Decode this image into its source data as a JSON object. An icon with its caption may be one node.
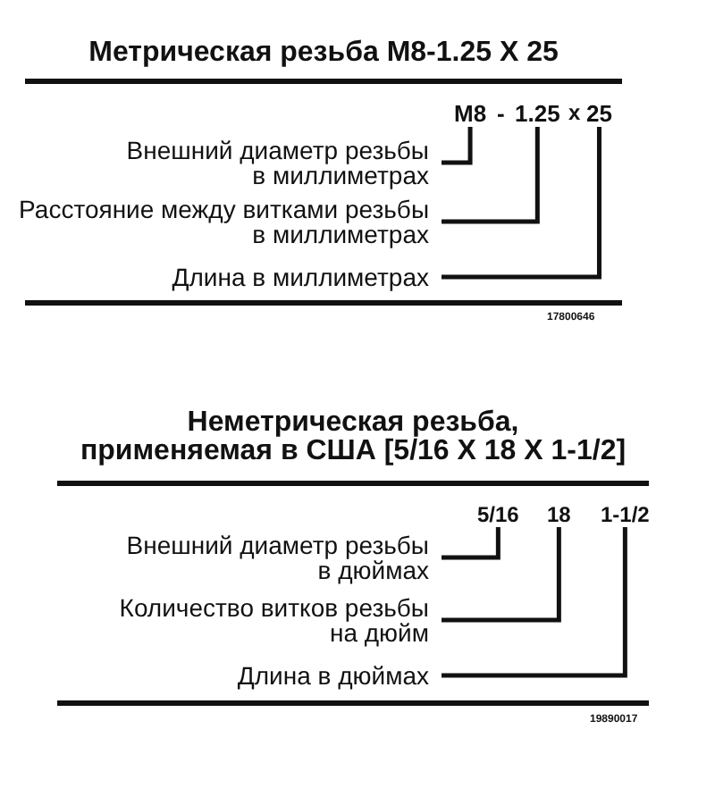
{
  "diagram": {
    "nodes": [
      {
        "text": [
          "M8"
        ]
      },
      {
        "text": [
          "1.25"
        ]
      },
      {
        "text": [
          "25"
        ]
      },
      {
        "text": [
          "Внешний диаметр резьбы в миллиметрах"
        ]
      },
      {
        "text": [
          "Расстояние между витками резьбы в миллиметрах"
        ]
      },
      {
        "text": [
          "Длина в миллиметрах"
        ]
      },
      {
        "text": [
          "5/16"
        ]
      },
      {
        "text": [
          "18"
        ]
      },
      {
        "text": [
          "1-1/2"
        ]
      },
      {
        "text": [
          "Внешний диаметр резьбы в дюймах"
        ]
      },
      {
        "text": [
          "Количество витков резьбы на дюйм"
        ]
      },
      {
        "text": [
          "Длина в дюймах"
        ]
      }
    ],
    "edges": [
      {
        "from": 3,
        "to": 0,
        "arrow": "none"
      },
      {
        "from": 4,
        "to": 1,
        "arrow": "none"
      },
      {
        "from": 5,
        "to": 2,
        "arrow": "none"
      },
      {
        "from": 9,
        "to": 6,
        "arrow": "none"
      },
      {
        "from": 10,
        "to": 7,
        "arrow": "none"
      },
      {
        "from": 11,
        "to": 8,
        "arrow": "none"
      }
    ],
    "labels": [
      "Метрическая резьба M8-1.25 X 25",
      "-",
      "x",
      "17800646",
      "Неметрическая резьба, применяемая в США [5/16 X 18 X 1-1/2]",
      "19890017"
    ]
  }
}
